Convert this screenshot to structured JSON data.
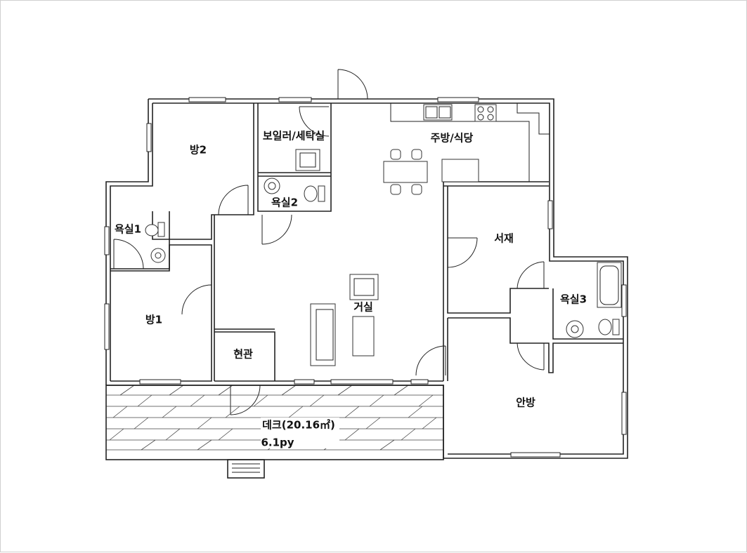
{
  "rooms": {
    "room2": "방2",
    "boiler_laundry": "보일러/세탁실",
    "kitchen_dining": "주방/식당",
    "bath2": "욕실2",
    "bath1": "욕실1",
    "study": "서재",
    "living": "거실",
    "room1": "방1",
    "bath3": "욕실3",
    "entrance": "현관",
    "master": "안방"
  },
  "deck": {
    "label": "데크(20.16㎡)",
    "size_py": "6.1py"
  }
}
